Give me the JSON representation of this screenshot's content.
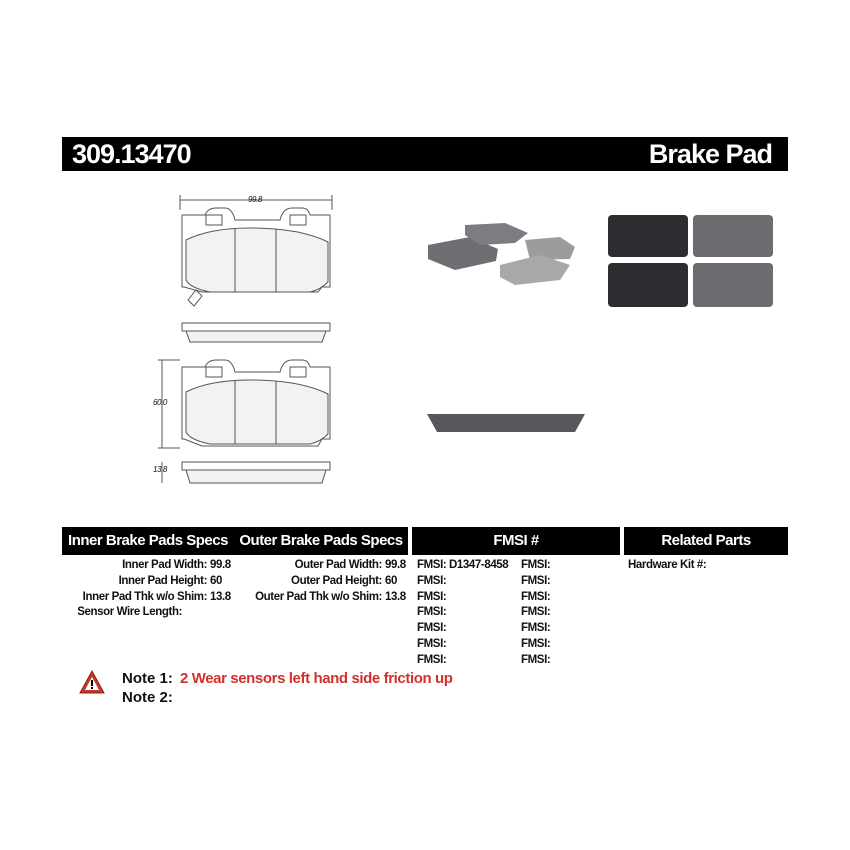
{
  "header": {
    "part_number": "309.13470",
    "category": "Brake Pad"
  },
  "drawing": {
    "width_dim": "99.8",
    "height_dim": "60.0",
    "thickness_dim": "13.8"
  },
  "table": {
    "inner_title": "Inner Brake Pads Specs",
    "outer_title": "Outer Brake Pads Specs",
    "fmsi_title": "FMSI #",
    "related_title": "Related Parts",
    "inner": [
      {
        "label": "Inner Pad Width:",
        "value": "99.8"
      },
      {
        "label": "Inner Pad Height:",
        "value": "60"
      },
      {
        "label": "Inner Pad Thk w/o Shim:",
        "value": "13.8"
      },
      {
        "label": "Sensor Wire Length:",
        "value": ""
      }
    ],
    "outer": [
      {
        "label": "Outer Pad Width:",
        "value": "99.8"
      },
      {
        "label": "Outer Pad Height:",
        "value": "60"
      },
      {
        "label": "Outer Pad Thk w/o Shim:",
        "value": "13.8"
      }
    ],
    "fmsi_label": "FMSI:",
    "fmsi_col1": [
      "D1347-8458",
      "",
      "",
      "",
      "",
      "",
      ""
    ],
    "fmsi_col2": [
      "",
      "",
      "",
      "",
      "",
      "",
      ""
    ],
    "related": [
      {
        "label": "Hardware Kit #:",
        "value": ""
      }
    ]
  },
  "notes": {
    "note1_label": "Note 1:",
    "note1_text": "2 Wear sensors left hand side friction up",
    "note2_label": "Note 2:",
    "note2_text": "",
    "note_color": "#d0312d"
  },
  "icons": {
    "warning": "warning-triangle-icon"
  }
}
